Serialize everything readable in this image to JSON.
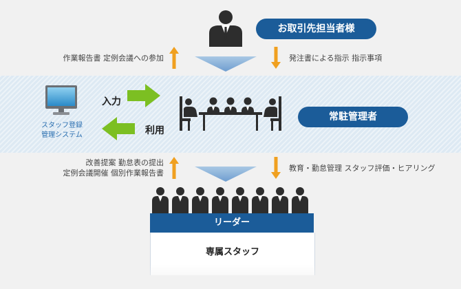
{
  "client": {
    "label": "お取引先担当者様",
    "note_left": "作業報告書 定例会議への参加",
    "note_right": "発注書による指示 指示事項"
  },
  "resident": {
    "label": "常駐管理者",
    "input_label": "入力",
    "use_label": "利用"
  },
  "system": {
    "line1": "スタッフ登録",
    "line2": "管理システム"
  },
  "lower_notes": {
    "left_line1": "改善提案 勤怠表の提出",
    "left_line2": "定例会議開催 個別作業報告書",
    "right": "教育・勤怠管理 スタッフ評価・ヒアリング"
  },
  "team": {
    "leader_label": "リーダー",
    "staff_label": "専属スタッフ"
  },
  "colors": {
    "navy": "#1b5c99",
    "orange": "#f0a020",
    "green": "#7cbf22",
    "band": "#dde9f3"
  },
  "icons": [
    "person-icon",
    "computer-icon",
    "meeting-icon",
    "group-icon",
    "arrow-up-icon",
    "arrow-down-icon",
    "arrow-right-icon",
    "arrow-left-icon",
    "triangle-down-icon"
  ]
}
